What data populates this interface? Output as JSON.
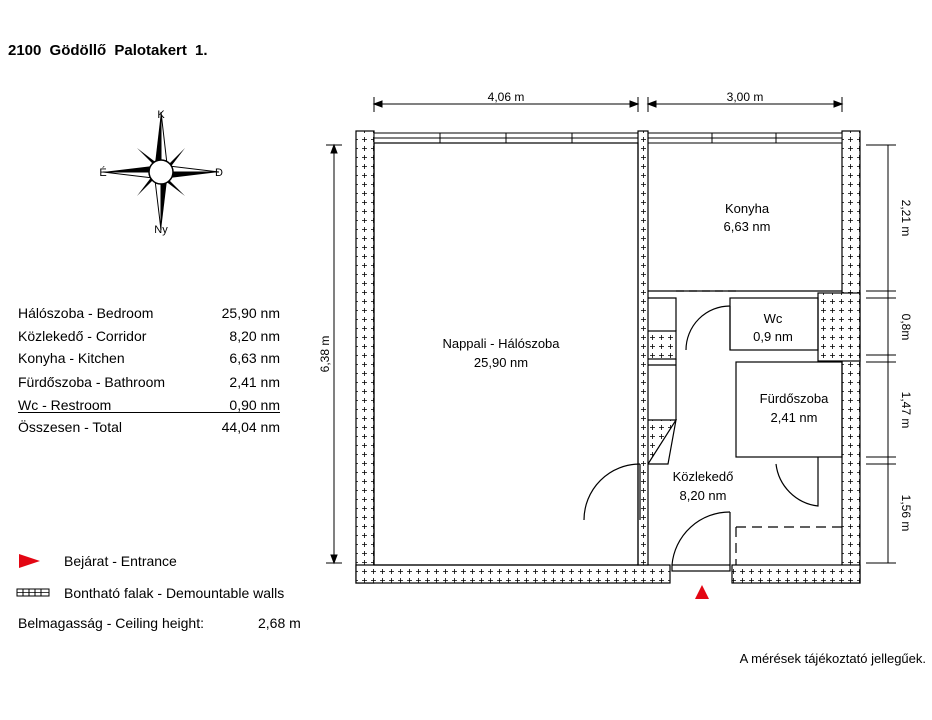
{
  "address": "2100  Gödöllő  Palotakert  1.",
  "compass": {
    "north": "K",
    "west": "É",
    "east": "D",
    "south": "Ny"
  },
  "rooms": [
    {
      "name": "Hálószoba - Bedroom",
      "area": "25,90 nm"
    },
    {
      "name": "Közlekedő - Corridor",
      "area": "8,20 nm"
    },
    {
      "name": "Konyha - Kitchen",
      "area": "6,63 nm"
    },
    {
      "name": "Fürdőszoba - Bathroom",
      "area": "2,41 nm"
    },
    {
      "name": "Wc - Restroom",
      "area": "0,90 nm"
    }
  ],
  "total": {
    "name": "Összesen - Total",
    "area": "44,04 nm"
  },
  "legend": {
    "entrance": "Bejárat - Entrance",
    "walls": "Bontható falak - Demountable walls",
    "ceiling_label": "Belmagasság - Ceiling height:",
    "ceiling_value": "2,68 m"
  },
  "note": "A mérések tájékoztató jellegűek.",
  "plan": {
    "dims": {
      "top_left": "4,06 m",
      "top_right": "3,00 m",
      "left": "6,38 m",
      "right_1": "2,21 m",
      "right_2": "0,8m",
      "right_3": "1,47 m",
      "right_4": "1,56 m"
    },
    "rooms": {
      "living_name": "Nappali - Hálószoba",
      "living_area": "25,90 nm",
      "kitchen_name": "Konyha",
      "kitchen_area": "6,63 nm",
      "wc_name": "Wc",
      "wc_area": "0,9 nm",
      "bath_name": "Fürdőszoba",
      "bath_area": "2,41 nm",
      "corridor_name": "Közlekedő",
      "corridor_area": "8,20 nm"
    }
  },
  "colors": {
    "entrance_arrow": "#e30613",
    "line": "#000000",
    "wall_fill": "#ffffff"
  }
}
